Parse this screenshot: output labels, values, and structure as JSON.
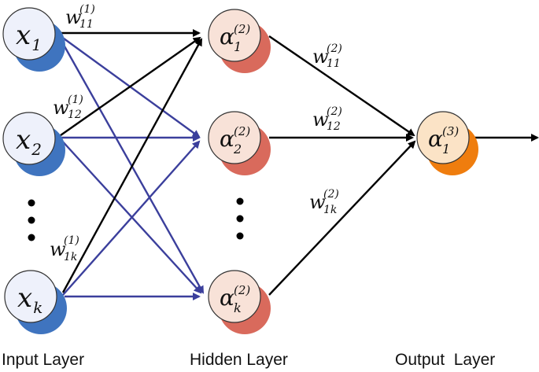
{
  "colors": {
    "input_fill": "#eef1fb",
    "input_shadow": "#3f74bf",
    "hidden_fill": "#f8e2d8",
    "hidden_shadow": "#d96a5c",
    "output_fill": "#fbe3c6",
    "output_shadow": "#ef7d0e",
    "edge_black": "#000000",
    "edge_blue": "#3b3f9c"
  },
  "layers": {
    "input": "Input Layer",
    "hidden": "Hidden Layer",
    "output": "Output  Layer"
  },
  "input_nodes": [
    {
      "base": "x",
      "sub": "1"
    },
    {
      "base": "x",
      "sub": "2"
    },
    {
      "base": "x",
      "sub": "k"
    }
  ],
  "hidden_nodes": [
    {
      "base": "α",
      "sub": "1",
      "sup": "(2)"
    },
    {
      "base": "α",
      "sub": "2",
      "sup": "(2)"
    },
    {
      "base": "α",
      "sub": "k",
      "sup": "(2)"
    }
  ],
  "output_node": {
    "base": "α",
    "sub": "1",
    "sup": "(3)"
  },
  "weights": {
    "w11_1": {
      "base": "w",
      "sub": "11",
      "sup": "(1)"
    },
    "w12_1": {
      "base": "w",
      "sub": "12",
      "sup": "(1)"
    },
    "w1k_1": {
      "base": "w",
      "sub": "1k",
      "sup": "(1)"
    },
    "w11_2": {
      "base": "w",
      "sub": "11",
      "sup": "(2)"
    },
    "w12_2": {
      "base": "w",
      "sub": "12",
      "sup": "(2)"
    },
    "w1k_2": {
      "base": "w",
      "sub": "1k",
      "sup": "(2)"
    }
  }
}
